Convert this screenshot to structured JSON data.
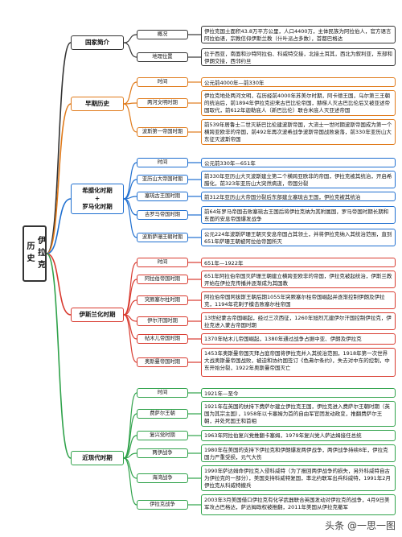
{
  "root": "伊拉克历史",
  "sections": [
    {
      "title": "国家简介",
      "color": "#333333",
      "items": [
        {
          "label": "概况",
          "text": "伊拉克国土面积43.8万平方公里，人口4400万，主体民族为阿拉伯人，官方语言阿拉伯语，宗教信仰伊斯兰教（什叶派占多数），首都巴格达"
        },
        {
          "label": "地理位置",
          "text": "位于西亚，南面和沙特阿拉伯、科威特交接，北接土耳其，西北为叙利亚，东部和伊朗交接，西邻约旦"
        }
      ]
    },
    {
      "title": "早期历史",
      "color": "#e07a1a",
      "items": [
        {
          "label": "时间",
          "text": "公元前4000年—前330年"
        },
        {
          "label": "两河文明时期",
          "text": "伊拉克地处两河文明，在历经前4000年苏美尔时期，阿卡德王国，乌尔第三王朝的统治后，前1894年伊拉克迎来古巴比伦帝国，赫梯人灭古巴比伦后又被亚述帝国取代，前612年迦勒底人（新巴比伦）联合米底人灭亚述帝国"
        },
        {
          "label": "波斯第一帝国时期",
          "text": "前539年居鲁士二世灭新巴比伦建波斯帝国，大流士一世时期波斯帝国成为第一个横跨亚欧非的帝国，前492年再次波希战争波斯帝国战败衰落，前330年亚历山大东征灭波斯帝国"
        }
      ]
    },
    {
      "title": "希腊化时期\n+\n罗马化时期",
      "color": "#1f6fd0",
      "items": [
        {
          "label": "时间",
          "text": "公元前330年—651年"
        },
        {
          "label": "亚历山大帝国时期",
          "text": "前330年亚历山大灭波斯建立第二个横跨亚欧非的帝国，伊拉克被其统治，开启希腊化，前323年亚历山大突然病逝，帝国分裂"
        },
        {
          "label": "塞琉古王国时期",
          "text": "前312年亚历山大帝国分裂后东部建立塞琉古王国，伊拉克被其统治"
        },
        {
          "label": "古罗马帝国时期",
          "text": "前64年罗马帝国击败塞琉古王国后将伊拉克纳为其附属国，罗马帝国时期长期和东面的安息帝国爆发战争"
        },
        {
          "label": "波斯萨珊王朝时期",
          "text": "公元224年波斯萨珊王朝灭安息帝国占其领土，并将伊拉克纳入其统治范围，直到651年萨珊王朝被阿拉伯帝国所灭"
        }
      ]
    },
    {
      "title": "伊斯兰化时期",
      "color": "#d83a2f",
      "items": [
        {
          "label": "时间",
          "text": "651年—1922年"
        },
        {
          "label": "阿拉伯帝国时期",
          "text": "651年阿拉伯帝国灭萨珊王朝建立横跨亚欧非的帝国，伊拉克被起统治，伊斯兰教开始在伊拉克传播并逐渐成为其国教"
        },
        {
          "label": "突厥塞尔柱时期",
          "text": "阿拉伯帝国阿拔斯王朝后期1055年突厥塞尔柱帝国崛起并逐渐控制伊朗及伊拉克，1194年花剌子模击败塞尔柱帝国"
        },
        {
          "label": "伊尔汗国时期",
          "text": "13世纪蒙古帝国崛起，经过三次西征，1260年旭烈兀建伊尔汗国控制伊拉克，伊拉克进入蒙古帝国时期"
        },
        {
          "label": "帖木儿帝国时期",
          "text": "1370年帖木儿帝国崛起，1380年通过战争占据中亚、伊朗及伊拉克"
        },
        {
          "label": "奥斯曼帝国时期",
          "text": "1453年奥斯曼帝国灭拜占庭帝国将伊拉克并入其统治范围，1918年第一次世界大战奥斯曼帝国战败，被迫和协约国签订《色弗尔条约》，失去对中东的控制，中东开始分裂，1922年奥斯曼帝国灭亡"
        }
      ]
    },
    {
      "title": "近现代时期",
      "color": "#2fa24a",
      "items": [
        {
          "label": "时间",
          "text": "1921年—至今"
        },
        {
          "label": "费萨尔王朝",
          "text": "1921年在英国的扶持下费萨尔建立伊拉克王国，伊拉克进入费萨尔王朝时期（英国为其宗主国），1958年以卡塞姆为首的自由军官团发动政变，推翻费萨尔王朝，并处死国王和首相"
        },
        {
          "label": "复兴党时期",
          "text": "1963年阿拉伯复兴党推翻卡塞姆，1979年复兴党人萨达姆接任总统"
        },
        {
          "label": "两伊战争",
          "text": "1980年在美国的支持下伊拉克和伊朗爆发两伊战争，两伊战争持续8年，伊拉克国力严重受损，元气大伤"
        },
        {
          "label": "海湾战争",
          "text": "1990年萨达姆命伊拉克入侵科威特（为了报回两伊战争的损失，另外科威特自古为伊拉克的一部分），美国支持科威特复国，率北约联军出兵科威特，1991年2月伊拉克从科威特撤兵"
        },
        {
          "label": "伊拉克战争",
          "text": "2003年3月美国借口伊拉克有化学武器联合英国发动对伊拉克的战争，4月9日美军攻占巴格达，萨达姆政权被推翻，2011年美国从伊拉克撤军"
        }
      ]
    }
  ],
  "watermark": "头条 @一思一图"
}
